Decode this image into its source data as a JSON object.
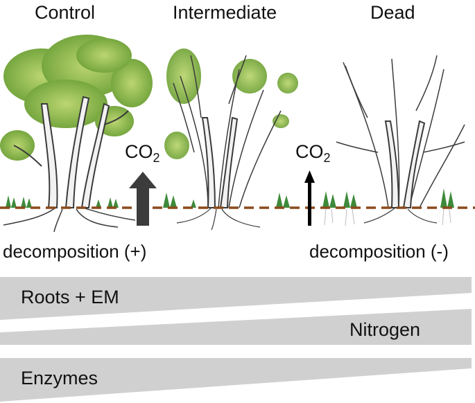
{
  "panels": {
    "control_title": "Control",
    "intermediate_title": "Intermediate",
    "dead_title": "Dead"
  },
  "co2": {
    "symbol": "CO",
    "subscript": "2"
  },
  "decomposition": {
    "left": "decomposition (+)",
    "right": "decomposition (-)"
  },
  "gradients": {
    "roots_em": "Roots + EM",
    "nitrogen": "Nitrogen",
    "enzymes": "Enzymes"
  },
  "colors": {
    "foliage": "#7fb03c",
    "foliage_light": "#b8d46a",
    "bark": "#3a3a3a",
    "soil_line": "#8b4a1c",
    "arrow_big": "#3c3c3c",
    "arrow_small": "#000000",
    "wedge": "#d0d0d0",
    "grass": "#3e8a3a"
  },
  "icons": [
    "tree-control-illustration",
    "tree-intermediate-illustration",
    "tree-dead-illustration",
    "co2-up-arrow-icon"
  ]
}
